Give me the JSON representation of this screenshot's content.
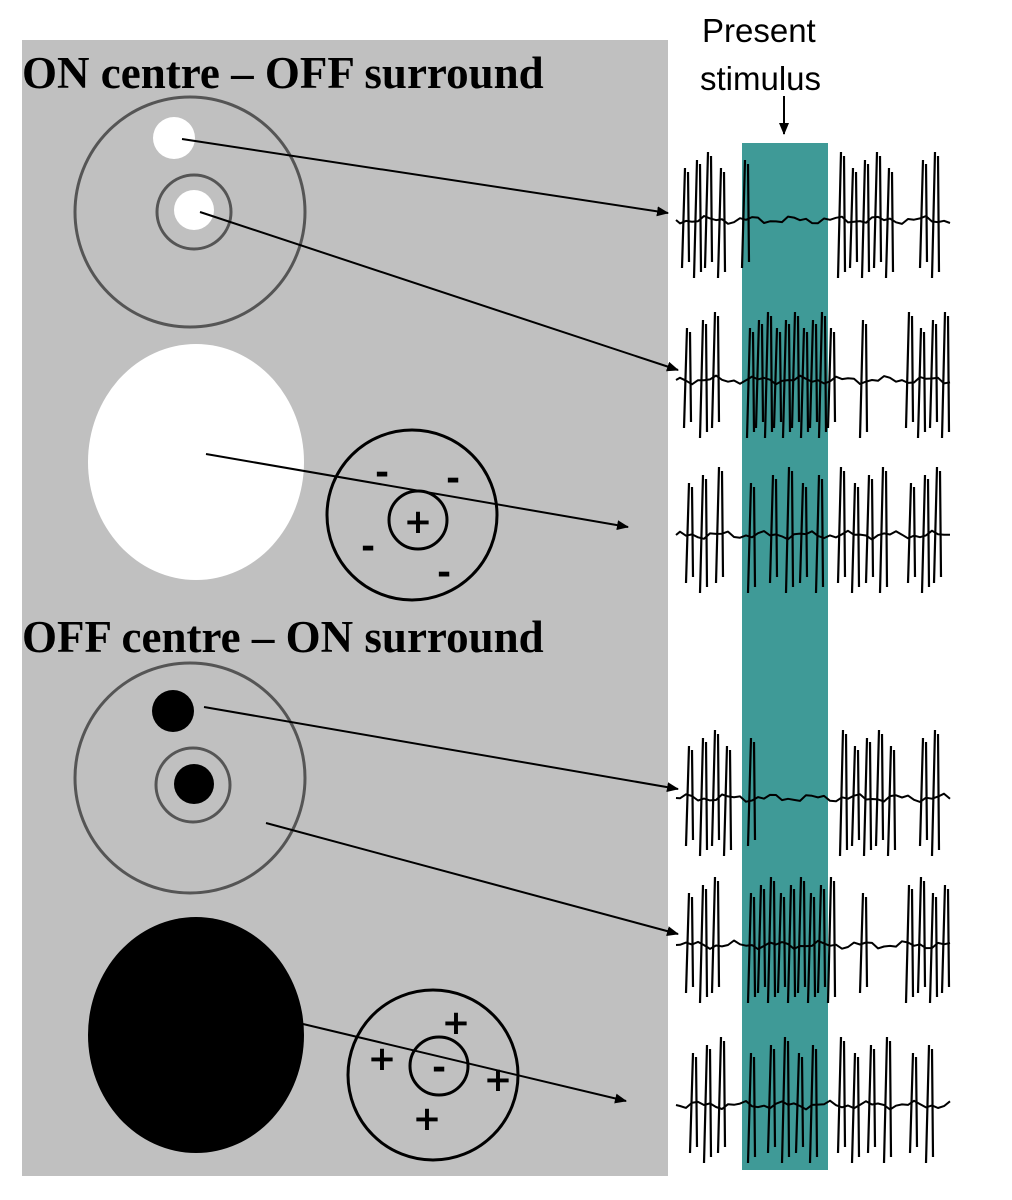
{
  "headings": {
    "on_centre": "ON centre – OFF surround",
    "off_centre": "OFF centre – ON surround"
  },
  "stimulus_label": {
    "line1": "Present",
    "line2": "stimulus"
  },
  "signs": {
    "plus": "+",
    "minus": "-"
  },
  "colors": {
    "panel_bg": "#c0c0c0",
    "stimulus_band": "#3f9a97",
    "light_spot": "#ffffff",
    "dark_spot": "#000000"
  }
}
